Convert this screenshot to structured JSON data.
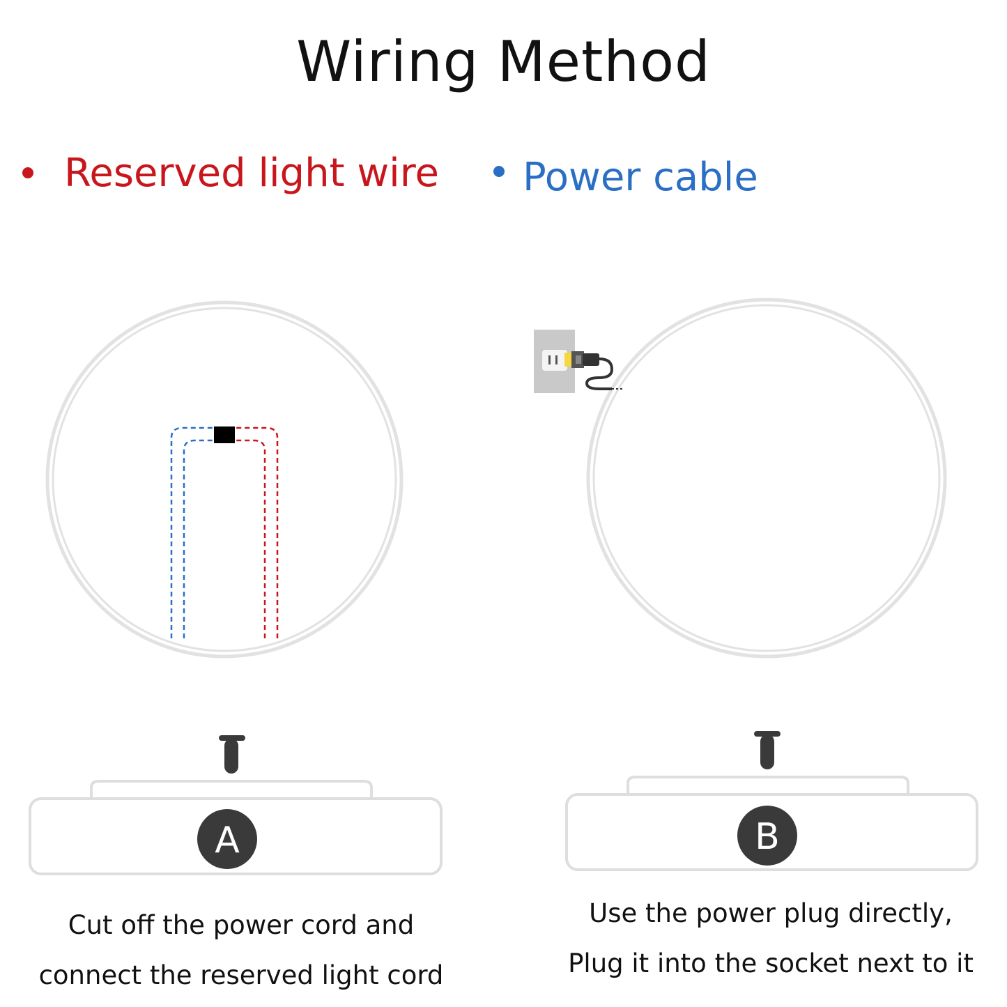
{
  "title": "Wiring Method",
  "legend": {
    "reserved": {
      "label": "Reserved light wire",
      "color": "#c8161d"
    },
    "power": {
      "label": "Power cable",
      "color": "#2a6fc4"
    }
  },
  "lamp_a": {
    "badge": "A"
  },
  "lamp_b": {
    "badge": "B"
  },
  "captions": {
    "a": [
      "Cut off the power cord and",
      "connect the reserved light cord"
    ],
    "b": [
      "Use the power plug directly,",
      "Plug it into the socket next to it"
    ]
  },
  "icons": [
    "wall-socket-icon",
    "power-plug-icon",
    "junction-box-icon",
    "mounting-screw-icon"
  ]
}
